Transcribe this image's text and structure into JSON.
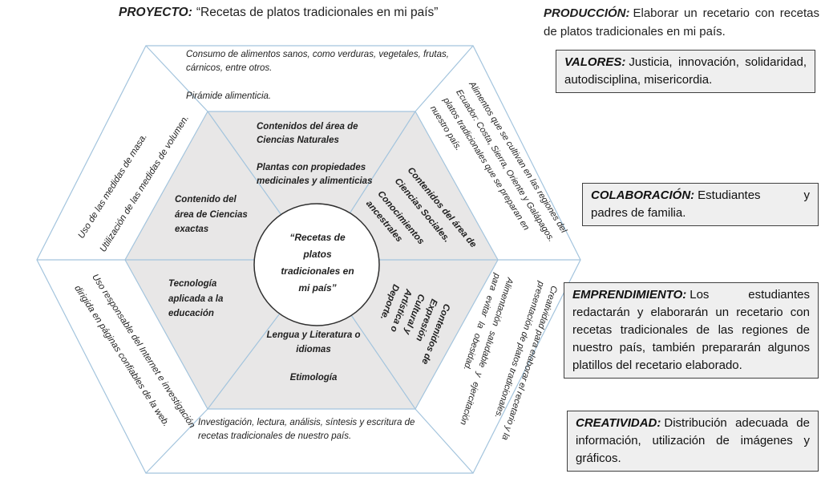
{
  "title": {
    "label": "PROYECTO:",
    "text": "“Recetas de platos tradicionales en mi país”"
  },
  "produccion": {
    "label": "PRODUCCIÓN:",
    "text": "Elaborar un recetario con recetas de platos tradicionales en mi país."
  },
  "boxes": {
    "valores": {
      "label": "VALORES:",
      "text": "Justicia, innovación, solidaridad, autodisciplina, misericordia."
    },
    "colaboracion": {
      "label": "COLABORACIÓN:",
      "text": "Estudiantes y padres de familia."
    },
    "emprendimiento": {
      "label": "EMPRENDIMIENTO:",
      "text": "Los estudiantes redactarán y elaborarán un recetario con recetas tradicionales de las regiones de nuestro país, también prepararán algunos platillos del recetario elaborado."
    },
    "creatividad": {
      "label": "CREATIVIDAD:",
      "text": "Distribución adecuada de información, utilización de imágenes y gráficos."
    }
  },
  "hexagon": {
    "center": "“Recetas de\nplatos\ntradicionales en\nmi país”",
    "outer": {
      "top": "Consumo de alimentos sanos, como verduras, vegetales, frutas,\ncárnicos, entre otros.\n\nPirámide alimenticia.",
      "top_left": "Uso de las medidas de masa.\nUtilización de las medidas de volumen.",
      "bottom_left": "Uso responsable del Internet e investigación\ndirigida en páginas confiables de la web.",
      "top_right": "Alimentos que se cultivan en las regiones del\nEcuador: Costa, Sierra, Oriente y Galápagos.\nplatos tradicionales que se preparan en\nnuestro país.",
      "bottom_right_salud": "Alimentación saludable y ejercitación\npara evitar la obesidad.",
      "bottom_right_creatividad": "Creatividad para elaborar el recetario y la\npresentación de platos tradicionales.",
      "bottom": "Investigación, lectura, análisis, síntesis y escritura de\nrecetas tradicionales de nuestro país."
    },
    "inner": {
      "ciencias_naturales": "Contenidos del área de\nCiencias Naturales\n\nPlantas con propiedades\nmedicinales y alimenticias",
      "ciencias_exactas": "Contenido del\nárea de Ciencias\nexactas",
      "tecnologia": "Tecnología\naplicada a la\neducación",
      "lengua": "Lengua y Literatura o\nidiomas\n\nEtimología",
      "ciencias_sociales": "Contenidos del área de\nCiencias Sociales.",
      "conocimientos": "Conocimientos\nancestrales",
      "expresion": "Contenidos de\nExpresión\nCultural y\nArtística o\nDeporte."
    }
  },
  "colors": {
    "line_blue": "#a3c4dd",
    "inner_hex_fill": "#e8e7e7",
    "box_fill": "#efefef",
    "box_border": "#404040",
    "circle_stroke": "#2f2f2f"
  }
}
